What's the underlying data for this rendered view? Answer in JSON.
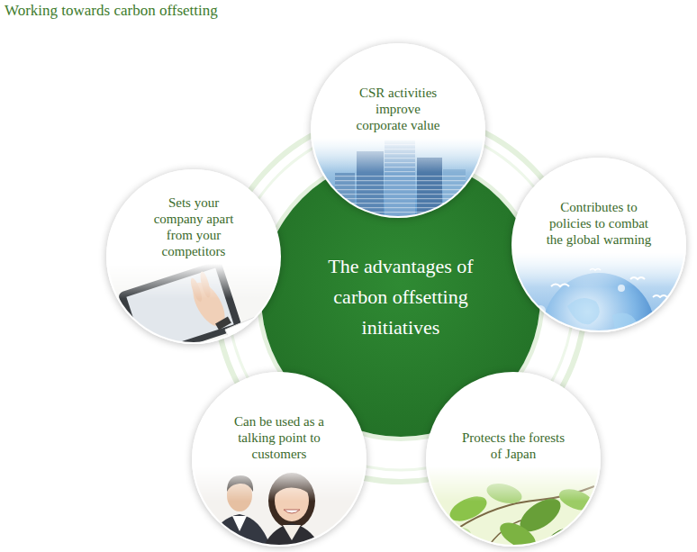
{
  "diagram": {
    "title": "Working towards carbon offsetting",
    "nodes": [
      {
        "text": [
          "The advantages of carbon offsetting initiatives"
        ]
      },
      {
        "text": [
          "CSR activities improve corporate value"
        ]
      },
      {
        "text": [
          "Contributes to policies to combat the global warming"
        ]
      },
      {
        "text": [
          "Protects the forests of Japan"
        ]
      },
      {
        "text": [
          "Can be used as a talking point to customers"
        ]
      },
      {
        "text": [
          "Sets your company apart from your competitors"
        ]
      }
    ]
  }
}
